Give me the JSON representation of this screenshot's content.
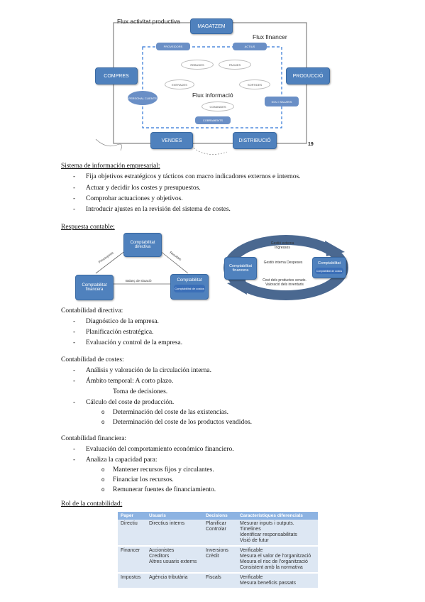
{
  "diagram1": {
    "outer_label": "Flux activitat productiva",
    "financial_label": "Flux financer",
    "info_label": "Flux informació",
    "page_number": "19",
    "nodes": {
      "magatzem": "MAGATZEM",
      "compres": "COMPRES",
      "produccio": "PRODUCCIÓ",
      "vendes": "VENDES",
      "distribucio": "DISTRIBUCIÓ"
    },
    "small_nodes": [
      "PROVEIDORS",
      "ACTIUS",
      "PERSONAL CLIENTS",
      "SOU I SALARIS",
      "COBRAMENTS"
    ],
    "ovals": [
      "REBUDES",
      "PAGUES",
      "ENTRADES",
      "SORTIDES",
      "COMANDES"
    ]
  },
  "section1": {
    "heading": "Sistema de información empresarial:",
    "items": [
      "Fija objetivos estratégicos y tácticos con macro indicadores externos e internos.",
      "Actuar y decidir los costes y presupuestos.",
      "Comprobar actuaciones y objetivos.",
      "Introducir ajustes en la revisión del sistema de costes."
    ]
  },
  "section2": {
    "heading": "Respuesta contable:"
  },
  "diagram2": {
    "top": "Comptabilitat directiva",
    "left": "Comptabilitat financera",
    "right": "Comptabilitat",
    "right_sub": "Comptabilitat de costos",
    "left_edge": "Pressuposts",
    "right_edge": "Resultats",
    "bottom_edge": "Balanç de situació"
  },
  "diagram3": {
    "left": "Comptabilitat financera",
    "right": "Comptabilitat",
    "right_sub": "Comptabilitat de costos",
    "top_text": "Gestió externa Ingressos",
    "mid_text": "Gestió interna Despeses",
    "bottom_text": "Cost dels productes venuts. Valoració dels inventaris"
  },
  "section3": {
    "heading": "Contabilidad directiva:",
    "items": [
      "Diagnóstico de la empresa.",
      "Planificación estratégica.",
      "Evaluación y control de la empresa."
    ]
  },
  "section4": {
    "heading": "Contabilidad de costes:",
    "items": [
      "Análisis y valoración de la circulación interna.",
      "Ámbito temporal: A corto plazo.",
      "Toma de decisiones.",
      "Cálculo del coste de producción.",
      "Determinación del coste de las existencias.",
      "Determinación del coste de los productos vendidos."
    ]
  },
  "section5": {
    "heading": "Contabilidad financiera:",
    "items": [
      "Evaluación del comportamiento económico financiero.",
      "Analiza la capacidad para:",
      "Mantener recursos fijos y circulantes.",
      "Financiar los recursos.",
      "Remunerar fuentes de financiamiento."
    ]
  },
  "section6": {
    "heading": "Rol de la contabilidad:"
  },
  "table": {
    "headers": [
      "Paper",
      "Usuaris",
      "Decisions",
      "Característiques diferencials"
    ],
    "rows": [
      {
        "paper": "Directiu",
        "usuaris": [
          "Directius interns"
        ],
        "decisions": [
          "Planificar",
          "Controlar"
        ],
        "caracteristiques": [
          "Mesurar inputs i outputs.",
          "Timelines",
          "Identificar responsabilitats",
          "Visió de futur"
        ]
      },
      {
        "paper": "Financer",
        "usuaris": [
          "Accionistes",
          "Creditors",
          "Altres usuaris externs"
        ],
        "decisions": [
          "Inversions",
          "Crèdit"
        ],
        "caracteristiques": [
          "Verificable",
          "Mesura el valor de l'organització",
          "Mesura el risc de l'organització",
          "Consistent amb la normativa"
        ]
      },
      {
        "paper": "Impostos",
        "usuaris": [
          "Agència tributària"
        ],
        "decisions": [
          "Fiscals"
        ],
        "caracteristiques": [
          "Verificable",
          "Mesura beneficis passats"
        ]
      }
    ]
  },
  "colors": {
    "node_blue": "#4f81bd",
    "table_header": "#8db3e2",
    "table_body": "#dde7f3"
  }
}
